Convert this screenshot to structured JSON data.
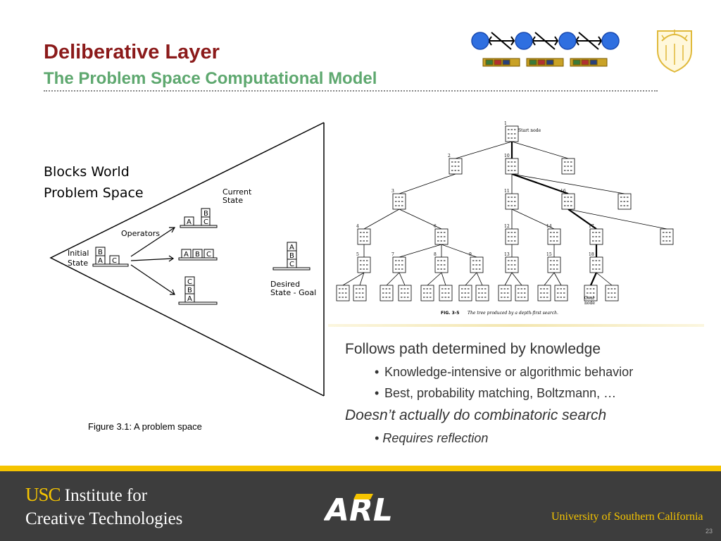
{
  "header": {
    "title": "Deliberative Layer",
    "subtitle": "The Problem Space Computational Model"
  },
  "left_figure": {
    "heading_line1": "Blocks World",
    "heading_line2": "Problem Space",
    "label_initial": "Initial",
    "label_state": "State",
    "label_operators": "Operators",
    "label_current": "Current",
    "label_current_state": "State",
    "label_desired": "Desired",
    "label_goal": "State - Goal",
    "caption": "Figure 3.1:  A problem space"
  },
  "right_figure": {
    "start_label": "Start node",
    "goal_label_1": "Goal",
    "goal_label_2": "node",
    "caption_bold": "FIG. 3-5",
    "caption_text": "The tree produced by a depth-first search.",
    "node_numbers": [
      "1",
      "2",
      "3",
      "4",
      "5",
      "6",
      "7",
      "8",
      "9",
      "10",
      "11",
      "12",
      "13",
      "14",
      "15",
      "16",
      "17",
      "18"
    ]
  },
  "bullets": {
    "main1": "Follows path determined by knowledge",
    "sub1": "Knowledge-intensive or algorithmic behavior",
    "sub2": "Best, probability matching, Boltzmann, …",
    "main2": "Doesn’t actually do combinatoric search",
    "sub3": "Requires reflection",
    "bullet_char": "•"
  },
  "footer": {
    "usc": "USC",
    "institute": " Institute for",
    "creative": "Creative Technologies",
    "arl": "ARL",
    "university": "University of Southern California",
    "page_number": "23"
  },
  "colors": {
    "title": "#8b1a1a",
    "subtitle": "#5ea86f",
    "footer_bg": "#3d3d3d",
    "gold": "#f5c400",
    "node_blue": "#2f6fe0"
  }
}
